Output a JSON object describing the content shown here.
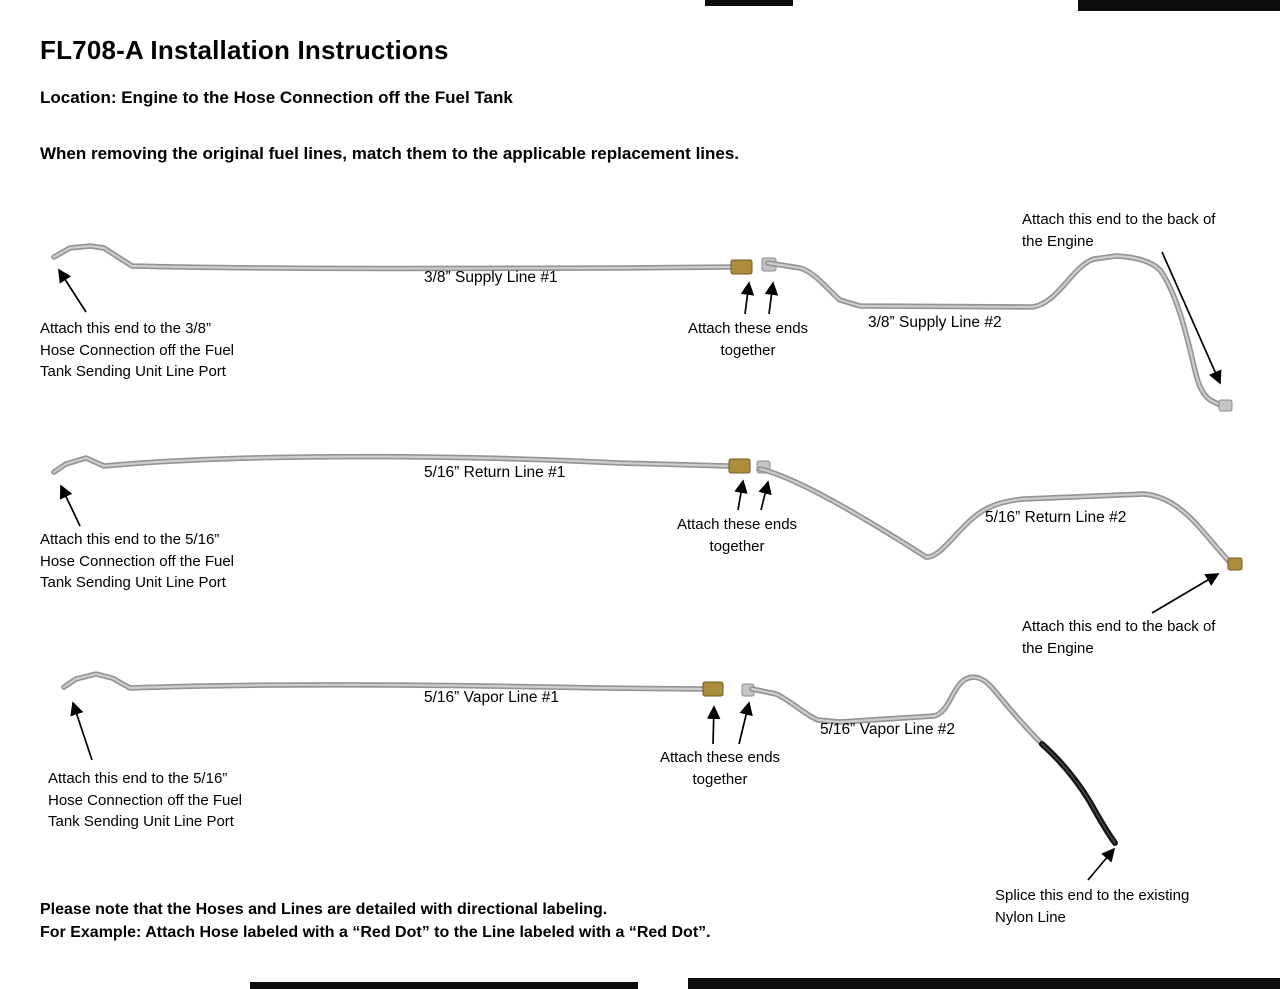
{
  "page": {
    "title": "FL708-A Installation Instructions",
    "location_line": "Location: Engine to the Hose Connection off the Fuel Tank",
    "intro_line": "When removing the original fuel lines, match them to the applicable replacement lines.",
    "footer_line1": "Please note that the Hoses and Lines are detailed with directional labeling.",
    "footer_line2": "For Example: Attach Hose labeled with a “Red Dot” to the Line labeled with a “Red Dot”."
  },
  "diagrams": [
    {
      "name": "supply",
      "line1_label": "3/8” Supply Line #1",
      "line2_label": "3/8” Supply Line #2",
      "left_note": "Attach this end to the 3/8”\nHose Connection off the Fuel\nTank Sending Unit Line Port",
      "middle_note": "Attach these ends\ntogether",
      "right_note": "Attach this end to the back of\nthe Engine"
    },
    {
      "name": "return",
      "line1_label": "5/16” Return Line #1",
      "line2_label": "5/16” Return Line #2",
      "left_note": "Attach this end to the 5/16”\nHose Connection off the Fuel\nTank Sending Unit Line Port",
      "middle_note": "Attach these ends\ntogether",
      "right_note": "Attach this end to the back of\nthe Engine"
    },
    {
      "name": "vapor",
      "line1_label": "5/16” Vapor Line #1",
      "line2_label": "5/16” Vapor Line #2",
      "left_note": "Attach this end to the 5/16”\nHose Connection off the Fuel\nTank Sending Unit Line Port",
      "middle_note": "Attach these ends\ntogether",
      "right_note": "Splice this end to the existing\nNylon Line"
    }
  ],
  "colors": {
    "text": "#000000",
    "tube_fill": "#cdcdcd",
    "tube_edge": "#949494",
    "fitting_brass": "#ad8c3e",
    "nylon_hose": "#161616",
    "scan_bar": "#0d0d0d"
  }
}
